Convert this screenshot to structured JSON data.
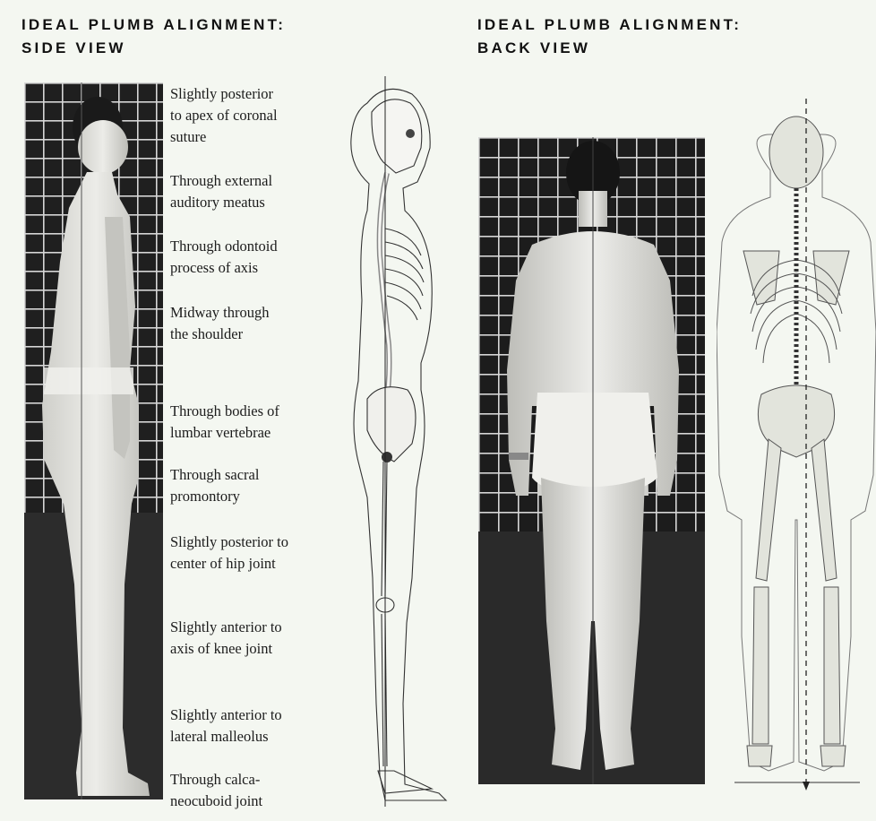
{
  "titles": {
    "side": [
      "IDEAL PLUMB ALIGNMENT:",
      "SIDE VIEW"
    ],
    "back": [
      "IDEAL PLUMB ALIGNMENT:",
      "BACK VIEW"
    ]
  },
  "side_labels": [
    {
      "lines": [
        "Slightly posterior",
        "to apex of coronal",
        "suture"
      ]
    },
    {
      "lines": [
        "Through external",
        "auditory meatus"
      ]
    },
    {
      "lines": [
        "Through odontoid",
        "process of axis"
      ]
    },
    {
      "lines": [
        "Midway through",
        "the shoulder"
      ]
    },
    {
      "lines": [
        "Through bodies of",
        "lumbar vertebrae"
      ]
    },
    {
      "lines": [
        "Through sacral",
        "promontory"
      ]
    },
    {
      "lines": [
        "Slightly posterior to",
        "center of hip joint"
      ]
    },
    {
      "lines": [
        "Slightly anterior to",
        "axis of knee joint"
      ]
    },
    {
      "lines": [
        "Slightly anterior to",
        "lateral malleolus"
      ]
    },
    {
      "lines": [
        "Through calca-",
        "neocuboid joint"
      ]
    }
  ],
  "colors": {
    "background": "#f4f7f1",
    "photo_dark": "#262626",
    "grid_line": "#d8d8d8",
    "skin": "#e6e6e2",
    "bone_fill": "#e8eadf"
  }
}
